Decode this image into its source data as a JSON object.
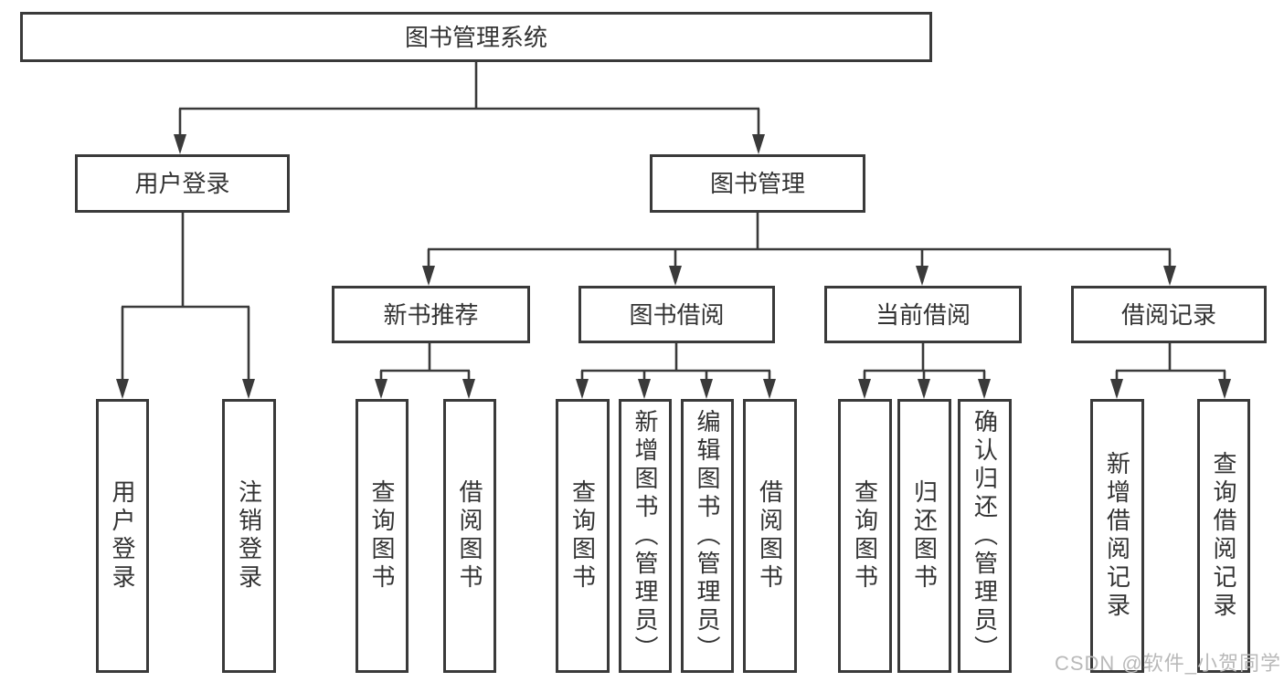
{
  "page": {
    "background_color": "#ffffff",
    "line_color": "#3a3a3a",
    "text_color": "#333333",
    "watermark_color": "#b9b9b9"
  },
  "diagram": {
    "root": {
      "label": "图书管理系统"
    },
    "level2": [
      {
        "label": "用户登录",
        "children": [
          {
            "label": "用户登录"
          },
          {
            "label": "注销登录"
          }
        ]
      },
      {
        "label": "图书管理",
        "children": [
          {
            "label": "新书推荐",
            "children": [
              {
                "label": "查询图书"
              },
              {
                "label": "借阅图书"
              }
            ]
          },
          {
            "label": "图书借阅",
            "children": [
              {
                "label": "查询图书"
              },
              {
                "label": "新增图书（管理员）"
              },
              {
                "label": "编辑图书（管理员）"
              },
              {
                "label": "借阅图书"
              }
            ]
          },
          {
            "label": "当前借阅",
            "children": [
              {
                "label": "查询图书"
              },
              {
                "label": "归还图书"
              },
              {
                "label": "确认归还（管理员）"
              }
            ]
          },
          {
            "label": "借阅记录",
            "children": [
              {
                "label": "新增借阅记录"
              },
              {
                "label": "查询借阅记录"
              }
            ]
          }
        ]
      }
    ]
  },
  "watermark": {
    "text": "CSDN @软件_小贺同学"
  }
}
